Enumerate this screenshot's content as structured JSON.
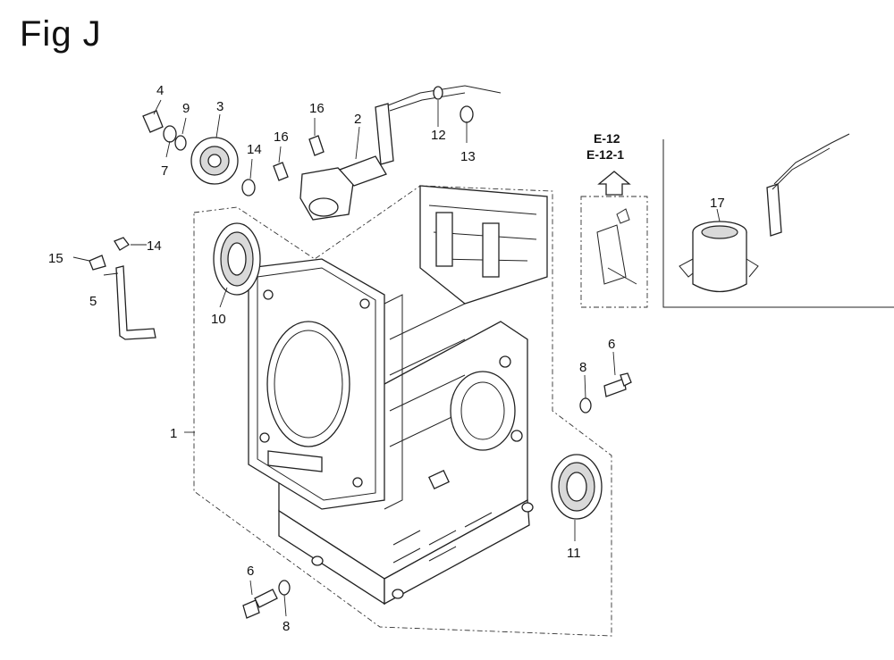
{
  "figure": {
    "title": "Fig J"
  },
  "callouts": [
    {
      "id": "c1",
      "number": "1"
    },
    {
      "id": "c2",
      "number": "2"
    },
    {
      "id": "c3",
      "number": "3"
    },
    {
      "id": "c4",
      "number": "4"
    },
    {
      "id": "c5",
      "number": "5"
    },
    {
      "id": "c6a",
      "number": "6"
    },
    {
      "id": "c6b",
      "number": "6"
    },
    {
      "id": "c7",
      "number": "7"
    },
    {
      "id": "c8a",
      "number": "8"
    },
    {
      "id": "c8b",
      "number": "8"
    },
    {
      "id": "c9",
      "number": "9"
    },
    {
      "id": "c10",
      "number": "10"
    },
    {
      "id": "c11",
      "number": "11"
    },
    {
      "id": "c12",
      "number": "12"
    },
    {
      "id": "c13",
      "number": "13"
    },
    {
      "id": "c14a",
      "number": "14"
    },
    {
      "id": "c14b",
      "number": "14"
    },
    {
      "id": "c15",
      "number": "15"
    },
    {
      "id": "c16a",
      "number": "16"
    },
    {
      "id": "c16b",
      "number": "16"
    },
    {
      "id": "c17",
      "number": "17"
    }
  ],
  "reference": {
    "line1": "E-12",
    "line2": "E-12-1"
  }
}
